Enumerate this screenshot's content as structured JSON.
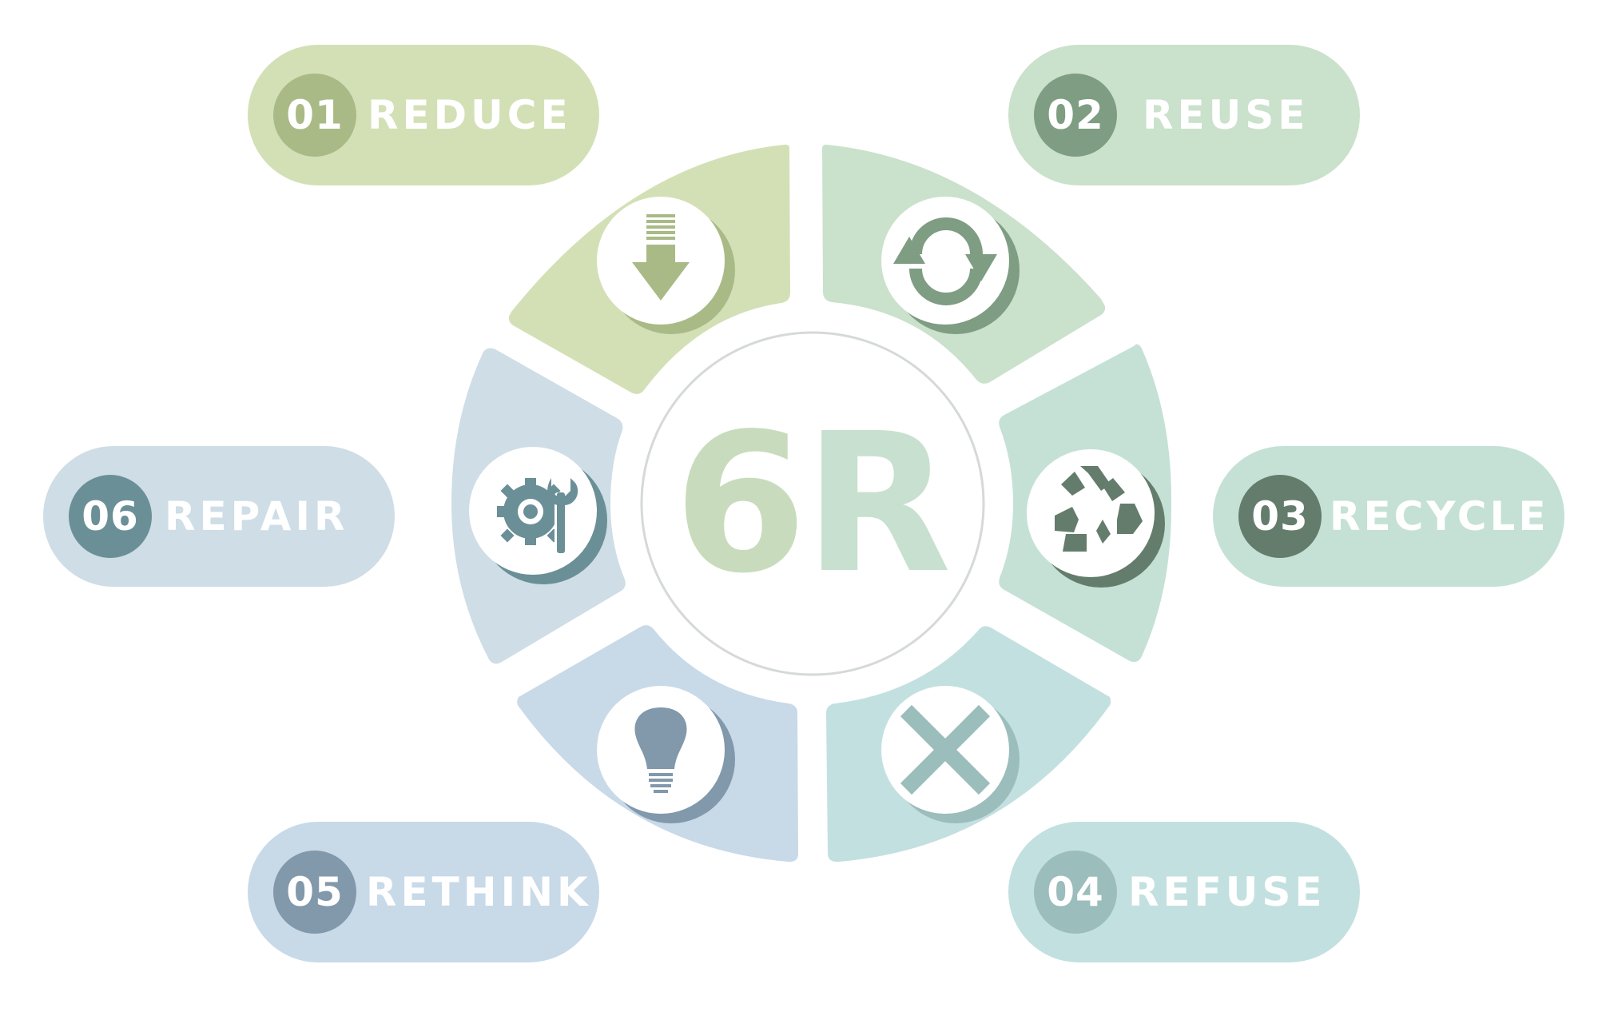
{
  "title": {
    "number": "6",
    "letter": "R"
  },
  "colors": {
    "reduce": "#d3e0b6",
    "reduce_dark": "#a9ba86",
    "reuse": "#cae1cb",
    "reuse_dark": "#7e9d82",
    "recycle": "#c5e1d6",
    "recycle_dark": "#647c6c",
    "refuse": "#c3e0e0",
    "refuse_dark": "#9bbdbc",
    "rethink": "#c8d9e8",
    "rethink_dark": "#8298ab",
    "repair": "#cedde6",
    "repair_dark": "#6b8f96"
  },
  "steps": [
    {
      "num": "01",
      "label": "REDUCE",
      "icon": "download-arrow-icon"
    },
    {
      "num": "02",
      "label": "REUSE",
      "icon": "refresh-arrows-icon"
    },
    {
      "num": "03",
      "label": "RECYCLE",
      "icon": "recycle-icon"
    },
    {
      "num": "04",
      "label": "REFUSE",
      "icon": "cross-icon"
    },
    {
      "num": "05",
      "label": "RETHINK",
      "icon": "lightbulb-icon"
    },
    {
      "num": "06",
      "label": "REPAIR",
      "icon": "gear-wrench-icon"
    }
  ]
}
